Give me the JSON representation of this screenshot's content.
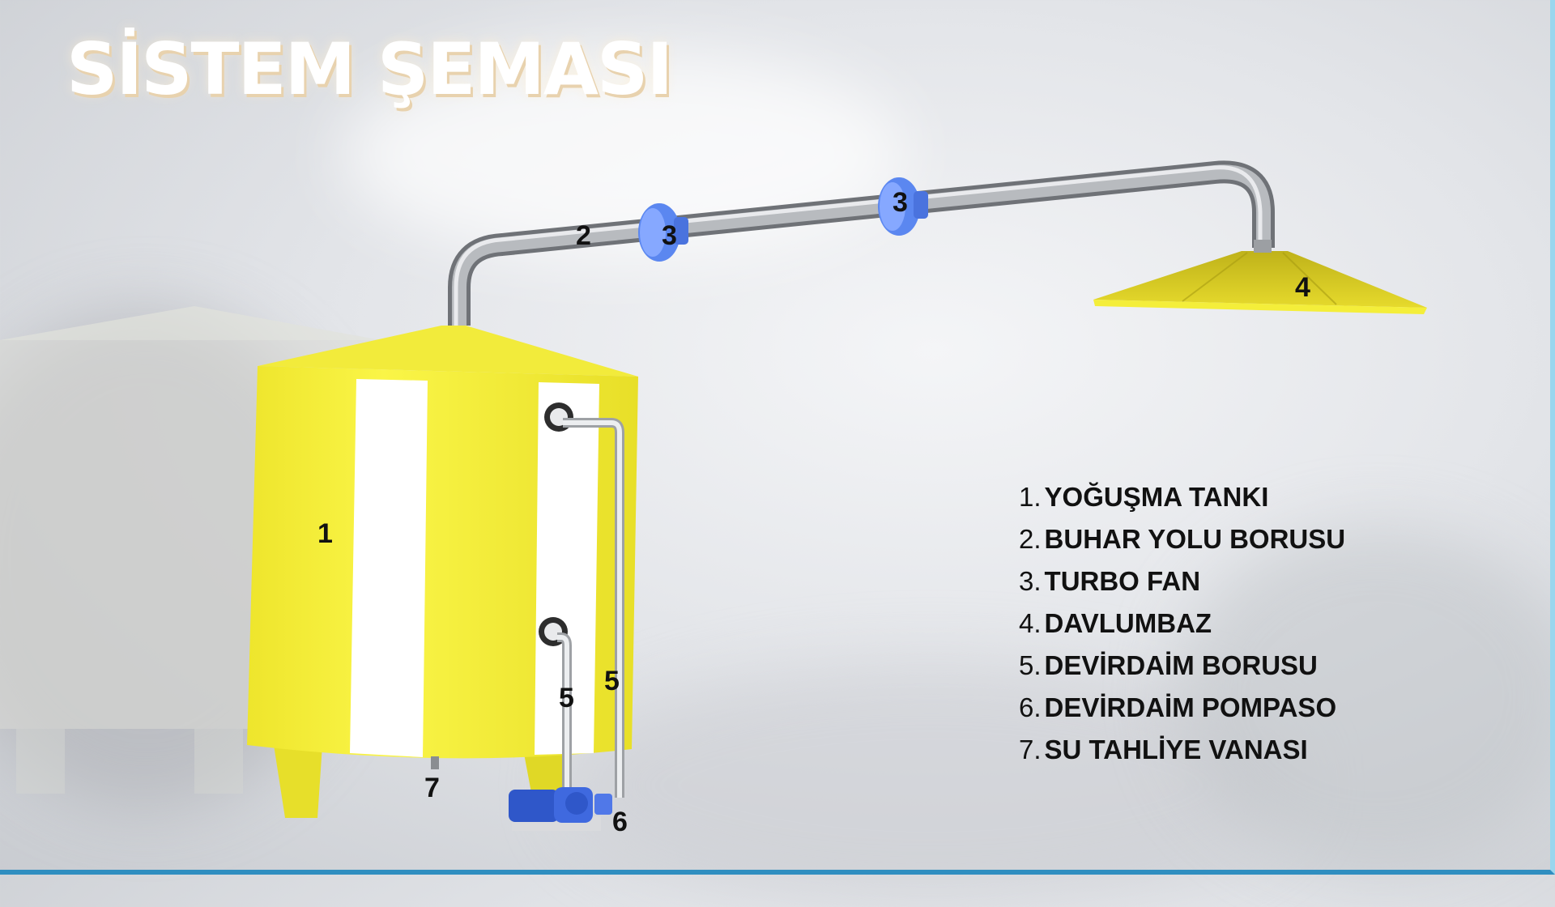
{
  "page": {
    "title": "SİSTEM ŞEMASI"
  },
  "colors": {
    "tank_yellow": "#f5f03a",
    "tank_white": "#ffffff",
    "pipe_steel": "#a6a9ad",
    "fan_blue": "#5b87f0",
    "hood_gold": "#d8cb20",
    "pump_blue": "#2f57c9",
    "accent_bottom_bar": "#2f8ec0"
  },
  "callouts": {
    "tank": "1",
    "steam_pipe": "2",
    "fan_a": "3",
    "fan_b": "3",
    "hood": "4",
    "circ_pipe_a": "5",
    "circ_pipe_b": "5",
    "pump": "6",
    "drain_valve": "7"
  },
  "legend": [
    {
      "number": "1.",
      "label": "YOĞUŞMA TANKI"
    },
    {
      "number": "2.",
      "label": "BUHAR YOLU BORUSU"
    },
    {
      "number": "3.",
      "label": "TURBO FAN"
    },
    {
      "number": "4.",
      "label": "DAVLUMBAZ"
    },
    {
      "number": "5.",
      "label": "DEVİRDAİM BORUSU"
    },
    {
      "number": "6.",
      "label": "DEVİRDAİM POMPASO"
    },
    {
      "number": "7.",
      "label": "SU TAHLİYE VANASI"
    }
  ]
}
